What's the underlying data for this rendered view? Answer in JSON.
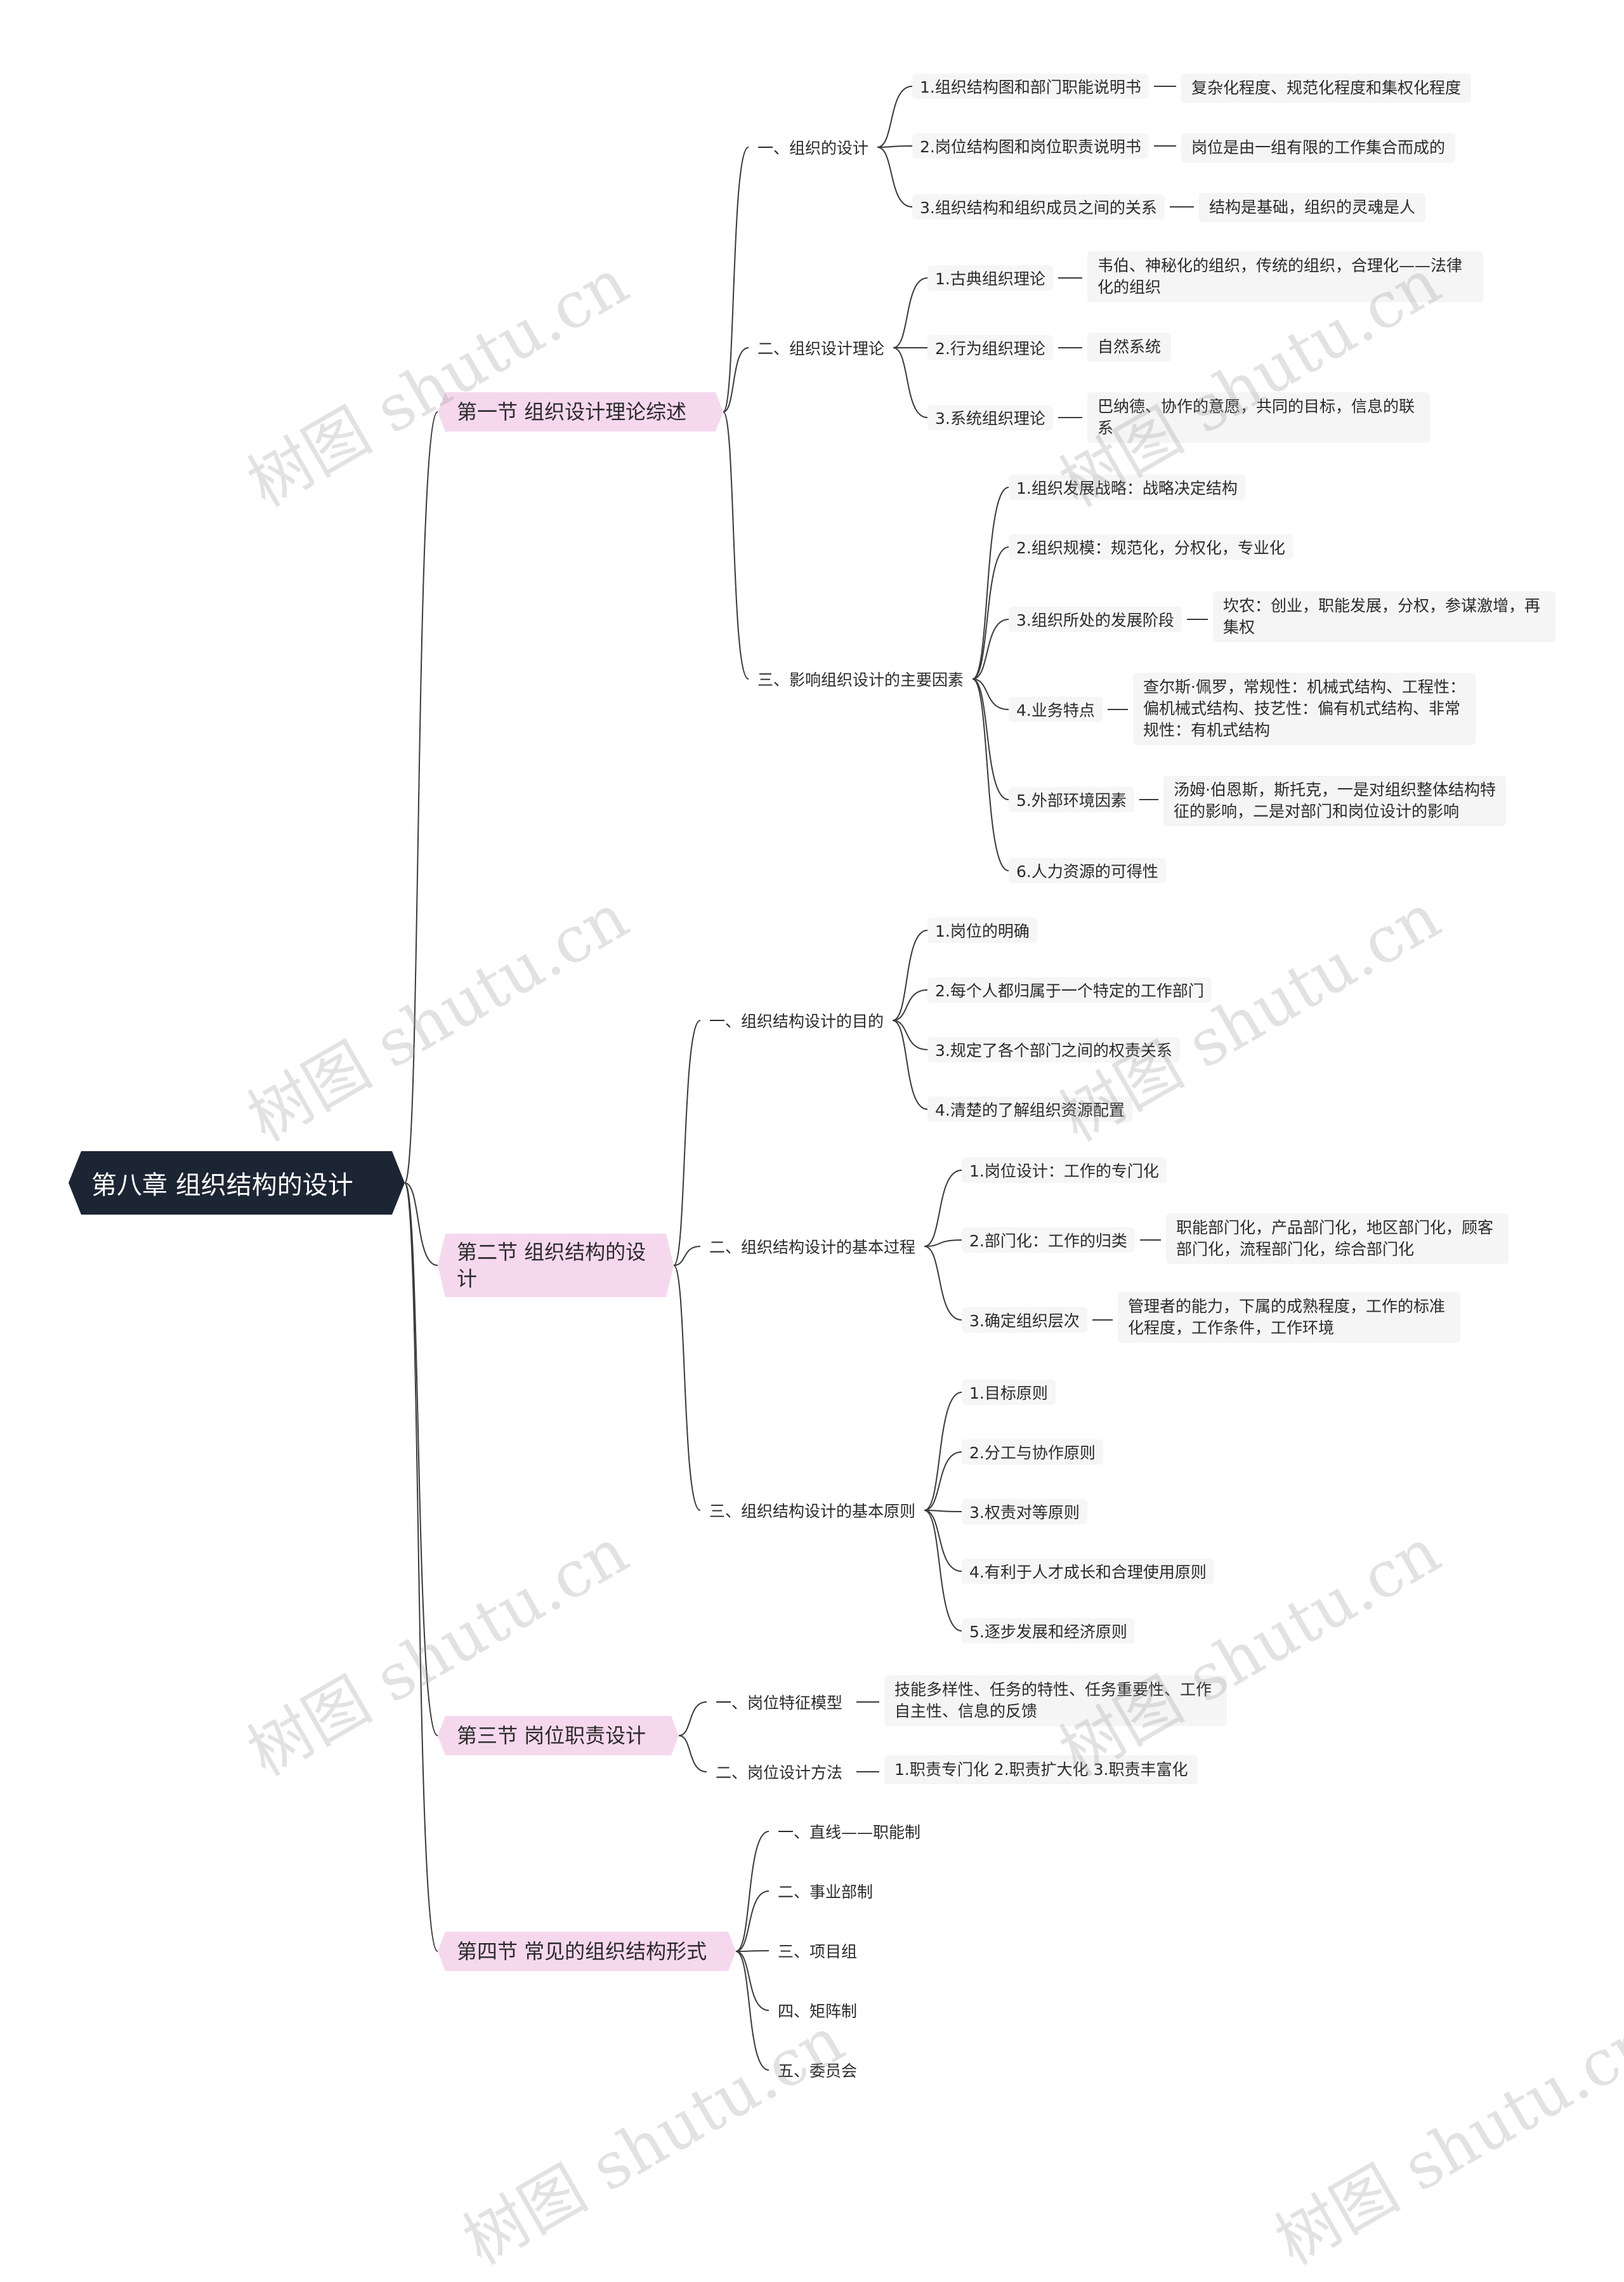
{
  "root": "第八章 组织结构的设计",
  "watermark": "树图 shutu.cn",
  "sections": [
    {
      "label": "第一节 组织设计理论综述",
      "children": [
        {
          "label": "一、组织的设计",
          "children": [
            {
              "label": "1.组织结构图和部门职能说明书",
              "detail": "复杂化程度、规范化程度和集权化程度"
            },
            {
              "label": "2.岗位结构图和岗位职责说明书",
              "detail": "岗位是由一组有限的工作集合而成的"
            },
            {
              "label": "3.组织结构和组织成员之间的关系",
              "detail": "结构是基础，组织的灵魂是人"
            }
          ]
        },
        {
          "label": "二、组织设计理论",
          "children": [
            {
              "label": "1.古典组织理论",
              "detail": "韦伯、神秘化的组织，传统的组织，合理化——法律化的组织"
            },
            {
              "label": "2.行为组织理论",
              "detail": "自然系统"
            },
            {
              "label": "3.系统组织理论",
              "detail": "巴纳德、协作的意愿，共同的目标，信息的联系"
            }
          ]
        },
        {
          "label": "三、影响组织设计的主要因素",
          "children": [
            {
              "label": "1.组织发展战略：战略决定结构"
            },
            {
              "label": "2.组织规模：规范化，分权化，专业化"
            },
            {
              "label": "3.组织所处的发展阶段",
              "detail": "坎农：创业，职能发展，分权，参谋激增，再集权"
            },
            {
              "label": "4.业务特点",
              "detail": "查尔斯·佩罗，常规性：机械式结构、工程性：偏机械式结构、技艺性：偏有机式结构、非常规性：有机式结构"
            },
            {
              "label": "5.外部环境因素",
              "detail": "汤姆·伯恩斯，斯托克，一是对组织整体结构特征的影响，二是对部门和岗位设计的影响"
            },
            {
              "label": "6.人力资源的可得性"
            }
          ]
        }
      ]
    },
    {
      "label": "第二节 组织结构的设计",
      "children": [
        {
          "label": "一、组织结构设计的目的",
          "children": [
            {
              "label": "1.岗位的明确"
            },
            {
              "label": "2.每个人都归属于一个特定的工作部门"
            },
            {
              "label": "3.规定了各个部门之间的权责关系"
            },
            {
              "label": "4.清楚的了解组织资源配置"
            }
          ]
        },
        {
          "label": "二、组织结构设计的基本过程",
          "children": [
            {
              "label": "1.岗位设计：工作的专门化"
            },
            {
              "label": "2.部门化：工作的归类",
              "detail": "职能部门化，产品部门化，地区部门化，顾客部门化，流程部门化，综合部门化"
            },
            {
              "label": "3.确定组织层次",
              "detail": "管理者的能力，下属的成熟程度，工作的标准化程度，工作条件，工作环境"
            }
          ]
        },
        {
          "label": "三、组织结构设计的基本原则",
          "children": [
            {
              "label": "1.目标原则"
            },
            {
              "label": "2.分工与协作原则"
            },
            {
              "label": "3.权责对等原则"
            },
            {
              "label": "4.有利于人才成长和合理使用原则"
            },
            {
              "label": "5.逐步发展和经济原则"
            }
          ]
        }
      ]
    },
    {
      "label": "第三节 岗位职责设计",
      "children": [
        {
          "label": "一、岗位特征模型",
          "detail": "技能多样性、任务的特性、任务重要性、工作自主性、信息的反馈"
        },
        {
          "label": "二、岗位设计方法",
          "detail": "1.职责专门化 2.职责扩大化 3.职责丰富化"
        }
      ]
    },
    {
      "label": "第四节 常见的组织结构形式",
      "children": [
        {
          "label": "一、直线——职能制"
        },
        {
          "label": "二、事业部制"
        },
        {
          "label": "三、项目组"
        },
        {
          "label": "四、矩阵制"
        },
        {
          "label": "五、委员会"
        }
      ]
    }
  ]
}
